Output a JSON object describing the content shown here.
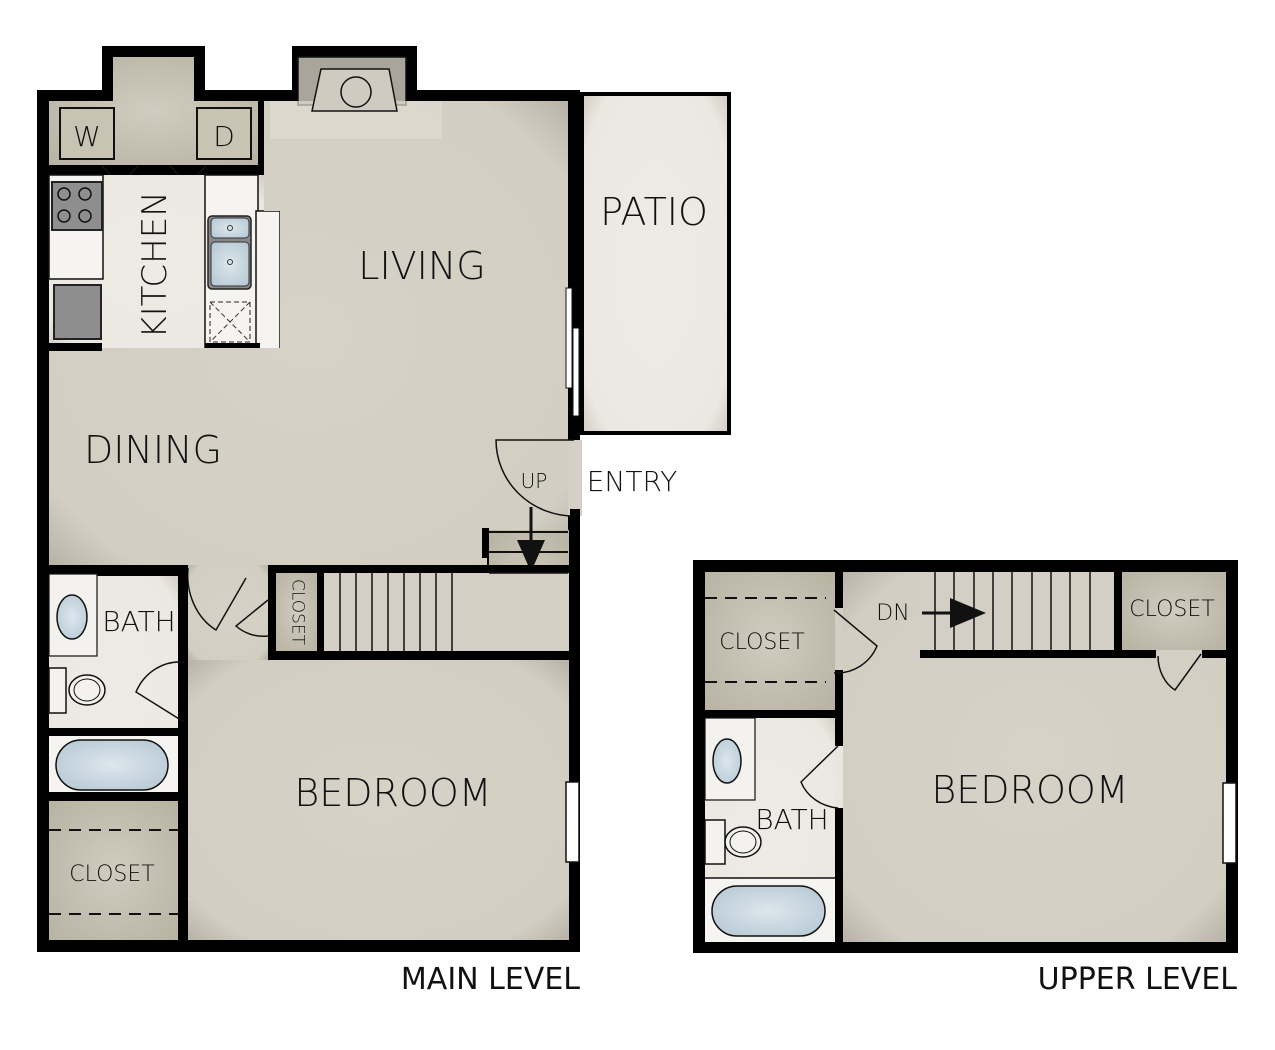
{
  "colors": {
    "wall": "#000000",
    "floor": "#d3cfc4",
    "floor_light": "#ece9e3",
    "tile": "#c7c2b2",
    "white": "#f6f5f1",
    "fixture_blue": "#c9d8e2",
    "appliance_gray": "#8c8c8c"
  },
  "main_level": {
    "caption": "MAIN LEVEL",
    "rooms": {
      "washer": "W",
      "dryer": "D",
      "kitchen": "KITCHEN",
      "living": "LIVING",
      "patio": "PATIO",
      "dining": "DINING",
      "entry": "ENTRY",
      "stairs_up": "UP",
      "bath": "BATH",
      "hall_closet": "CLOSET",
      "bedroom": "BEDROOM",
      "bedroom_closet": "CLOSET"
    }
  },
  "upper_level": {
    "caption": "UPPER LEVEL",
    "rooms": {
      "closet_left": "CLOSET",
      "stairs_down": "DN",
      "closet_right": "CLOSET",
      "bath": "BATH",
      "bedroom": "BEDROOM"
    }
  }
}
